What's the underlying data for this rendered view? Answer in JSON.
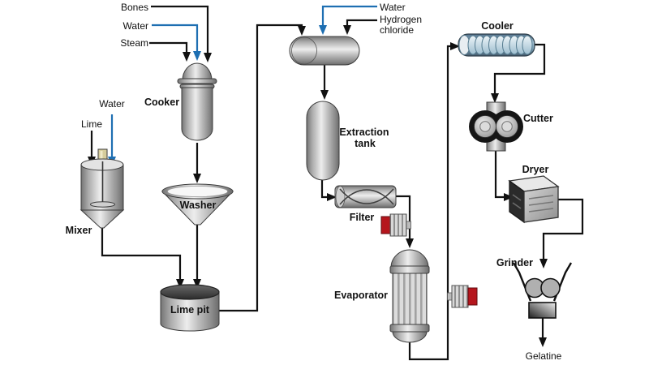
{
  "diagram": {
    "title": "Gelatine production process flow",
    "colors": {
      "background": "#ffffff",
      "line": "#111111",
      "water_line": "#1e6fb2",
      "pump_accent": "#b5161d",
      "cooler_body": "#7fa2b6"
    },
    "streams": {
      "bones": "Bones",
      "water_cooker": "Water",
      "steam": "Steam",
      "lime": "Lime",
      "water_mixer": "Water",
      "water_extraction": "Water",
      "hydrogen_chloride_line1": "Hydrogen",
      "hydrogen_chloride_line2": "chloride",
      "gelatine": "Gelatine"
    },
    "equipment": {
      "mixer": "Mixer",
      "cooker": "Cooker",
      "washer": "Washer",
      "lime_pit": "Lime pit",
      "extraction_tank_line1": "Extraction",
      "extraction_tank_line2": "tank",
      "filter": "Filter",
      "evaporator": "Evaporator",
      "cooler": "Cooler",
      "cutter": "Cutter",
      "dryer": "Dryer",
      "grinder": "Grinder"
    }
  }
}
